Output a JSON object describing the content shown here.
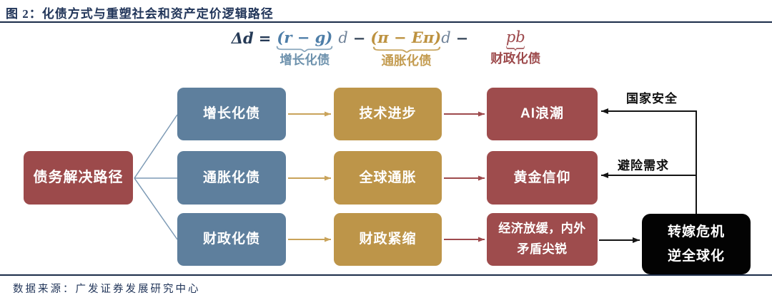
{
  "figure": {
    "title": "图 2：化债方式与重塑社会和资产定价逻辑路径",
    "source": "数据来源：广发证券发展研究中心"
  },
  "formula": {
    "lhs": "Δd",
    "equals": "=",
    "terms": [
      {
        "expr": "(r − g)",
        "suffix": "d",
        "label": "增长化债"
      },
      {
        "operator": "−",
        "expr": "(π − Eπ)",
        "suffix": "d",
        "label": "通胀化债"
      },
      {
        "operator": "−",
        "expr": "pb",
        "label": "财政化债"
      }
    ]
  },
  "flowchart": {
    "root": {
      "label": "债务解决路径"
    },
    "rows": [
      {
        "path": "增长化债",
        "mechanism": "技术进步",
        "outcome_lines": [
          "AI浪潮"
        ]
      },
      {
        "path": "通胀化债",
        "mechanism": "全球通胀",
        "outcome_lines": [
          "黄金信仰"
        ]
      },
      {
        "path": "财政化债",
        "mechanism": "财政紧缩",
        "outcome_lines": [
          "经济放缓，内外",
          "矛盾尖锐"
        ]
      }
    ],
    "terminal": {
      "lines": [
        "转嫁危机",
        "逆全球化"
      ]
    },
    "feedback": {
      "top_label": "国家安全",
      "middle_label": "避险需求"
    }
  },
  "colors": {
    "navy_text": "#22365a",
    "steel_blue_box": "#5e7f9d",
    "gold_box": "#bd9549",
    "dark_red_box": "#9e4c4d",
    "root_red_box": "#9c4a4b",
    "black_box": "#030303",
    "fan_line_blue": "#7d9ab5",
    "arrow_gold": "#c9a35a",
    "arrow_red": "#9e4a4d",
    "arrow_black": "#141414",
    "formula_blue": "#4e7ea8",
    "formula_gold": "#bd9240",
    "formula_red": "#9e4a4d"
  }
}
